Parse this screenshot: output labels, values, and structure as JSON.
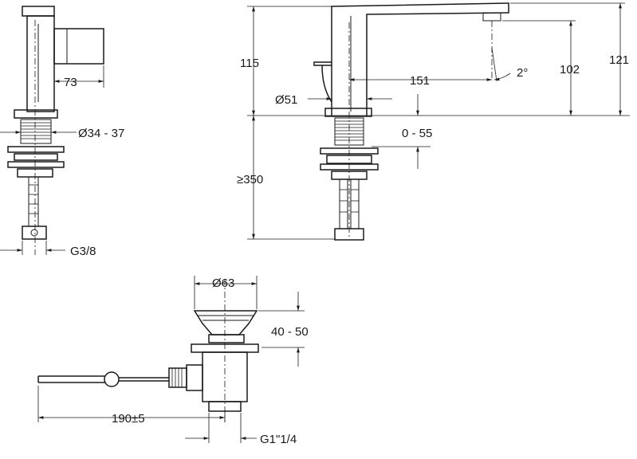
{
  "dimensions": {
    "side_depth": "73",
    "side_thread_dia": "Ø34 - 37",
    "side_connection": "G3/8",
    "height_above": "115",
    "below_min": "≥350",
    "base_dia": "Ø51",
    "reach": "151",
    "angle": "2°",
    "spout_height": "102",
    "total_height": "121",
    "deck_thickness": "0 - 55",
    "waste_dia": "Ø63",
    "waste_range": "40 - 50",
    "rod_length": "190±5",
    "waste_thread": "G1\"1/4"
  }
}
